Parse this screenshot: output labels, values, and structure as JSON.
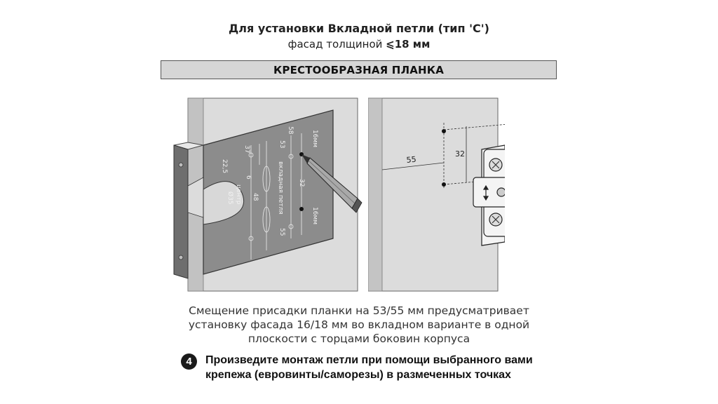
{
  "header": {
    "title": "Для установки Вкладной петли (тип 'С')",
    "subtitle_prefix": "фасад толщиной ",
    "subtitle_value": "⩽18 мм"
  },
  "banner": {
    "label": "КРЕСТООБРАЗНАЯ ПЛАНКА"
  },
  "template_figure": {
    "labels": {
      "d37": "37",
      "d58": "58",
      "d53": "53",
      "d16mm_top": "16мм",
      "d22_5": "22,5",
      "d6": "6",
      "d48": "48",
      "center": "центр",
      "d35": "Ø35",
      "d32": "32",
      "inset_hinge": "вкладная петля",
      "d16mm_bottom": "16мм",
      "d55": "55"
    }
  },
  "plate_figure": {
    "labels": {
      "d55": "55",
      "d32": "32"
    }
  },
  "note": {
    "line1": "Смещение присадки планки на 53/55 мм предусматривает",
    "line2": "установку фасада 16/18 мм во вкладном варианте в одной",
    "line3": "плоскости с торцами боковин корпуса"
  },
  "step": {
    "number": "4",
    "line1": "Произведите монтаж петли при помощи выбранного вами",
    "line2": "крепежа (евровинты/саморезы) в размеченных точках"
  }
}
